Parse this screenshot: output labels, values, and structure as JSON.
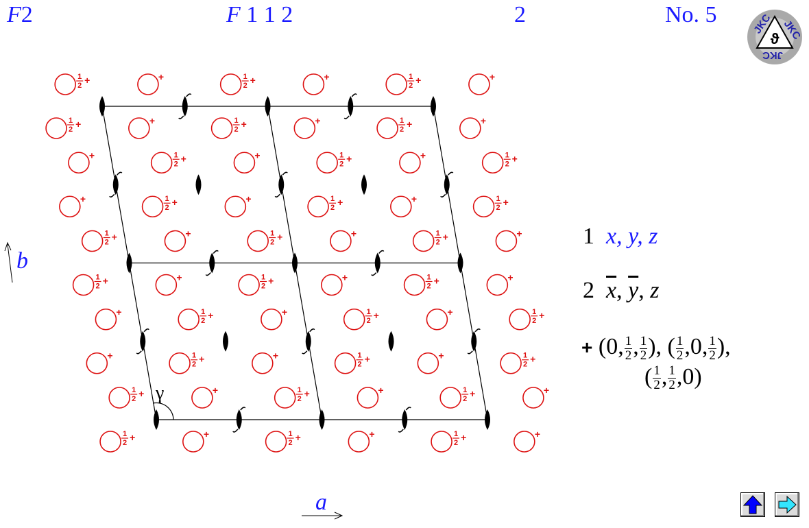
{
  "header": {
    "short_symbol_letter": "F",
    "short_symbol_digit": "2",
    "full_symbol_letter": "F",
    "full_symbol_rest": " 1 1 2",
    "point_group": "2",
    "number": "No. 5"
  },
  "logo": {
    "text": "JKC"
  },
  "axes": {
    "a": "a",
    "b": "b",
    "gamma": "γ"
  },
  "positions": {
    "op1_number": "1",
    "op1_coords": "x, y, z",
    "op2_number": "2",
    "op2_x": "x",
    "op2_y": "y",
    "op2_z": "z",
    "centering_plus": "+",
    "half_num": "1",
    "half_den": "2",
    "zero": "0"
  },
  "diagram": {
    "cell_label_plus": "+",
    "cell_label_half_plus": "½+",
    "circle_color": "#dd1111",
    "line_color": "#000000"
  },
  "nav": {
    "up_icon": "up-arrow-icon",
    "next_icon": "right-arrow-icon"
  }
}
